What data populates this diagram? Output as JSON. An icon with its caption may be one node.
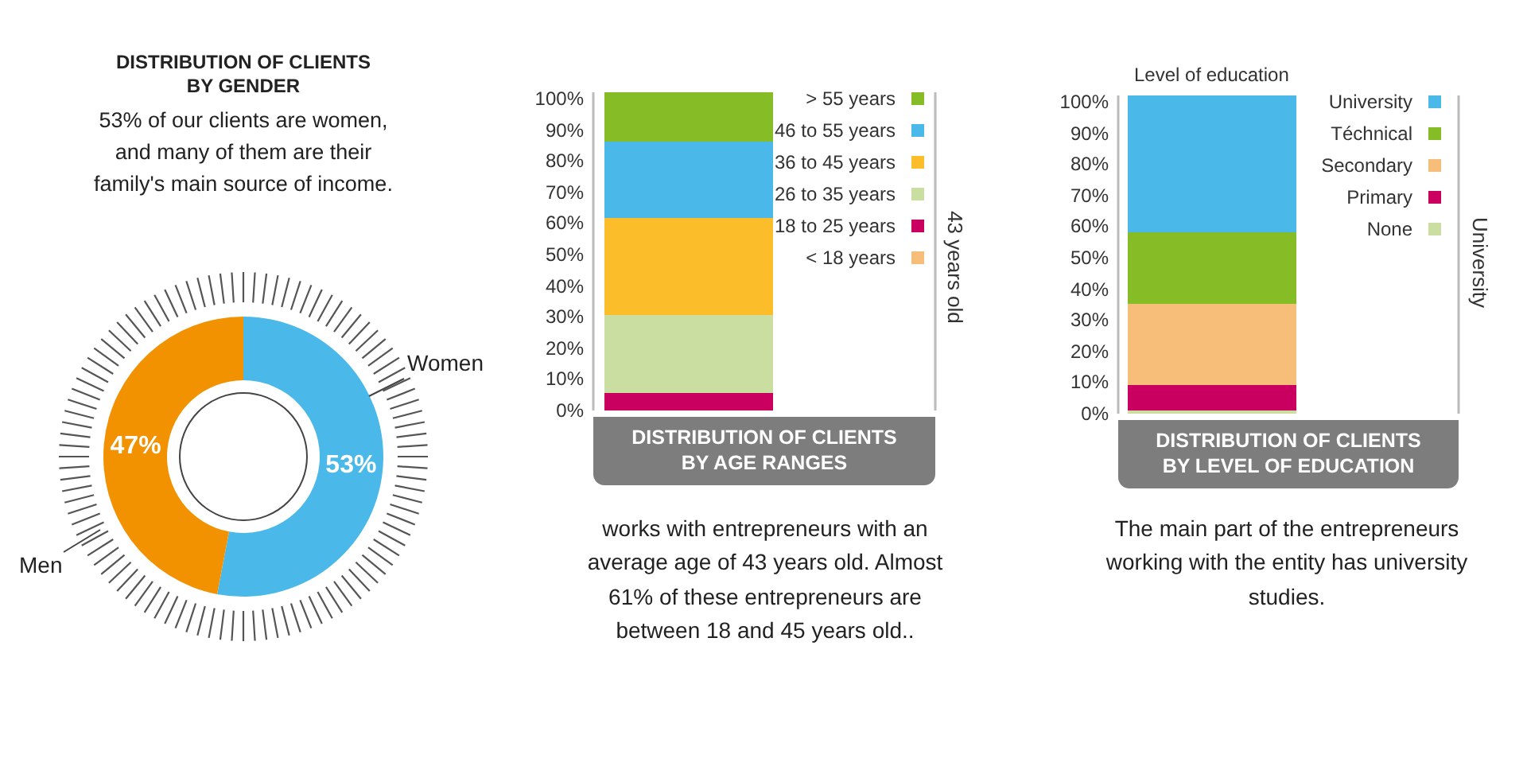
{
  "diagram": {
    "labels": [
      "53% of our clients are women, and many of them are their family's main source of income.",
      "works with entrepreneurs with an average age of 43 years old. Almost 61% of these entrepreneurs are between 18 and 45 years old..",
      "The main part of the entrepreneurs working with the entity has university studies."
    ],
    "chart_data": [
      {
        "type": "donut",
        "title": "DISTRIBUTION OF CLIENTS BY GENDER",
        "categories": [
          "Women",
          "Men"
        ],
        "values": [
          53,
          47
        ],
        "colors": [
          "#4ab8e8",
          "#f29200"
        ],
        "value_labels": [
          "53%",
          "47%"
        ]
      },
      {
        "type": "bar",
        "title": "DISTRIBUTION OF CLIENTS BY AGE RANGES",
        "categories": [
          null
        ],
        "stacked": true,
        "ylim": [
          0,
          100
        ],
        "yticks": [
          {
            "value": 0,
            "label": "0%"
          },
          {
            "value": 10,
            "label": "10%"
          },
          {
            "value": 20,
            "label": "20%"
          },
          {
            "value": 30,
            "label": "30%"
          },
          {
            "value": 40,
            "label": "40%"
          },
          {
            "value": 50,
            "label": "50%"
          },
          {
            "value": 60,
            "label": "60%"
          },
          {
            "value": 70,
            "label": "70%"
          },
          {
            "value": 80,
            "label": "80%"
          },
          {
            "value": 90,
            "label": "90%"
          },
          {
            "value": 100,
            "label": "100%"
          }
        ],
        "series": [
          {
            "name": "> 55 years",
            "color": "#86bc25",
            "values": [
              15.5
            ]
          },
          {
            "name": "46 to 55 years",
            "color": "#4ab8e8",
            "values": [
              24
            ]
          },
          {
            "name": "36 to 45 years",
            "color": "#fbbd2a",
            "values": [
              30.5
            ]
          },
          {
            "name": "26 to 35 years",
            "color": "#c9dea0",
            "values": [
              24.5
            ]
          },
          {
            "name": "18 to 25 years",
            "color": "#c9005f",
            "values": [
              5.5
            ]
          },
          {
            "name": "< 18 years",
            "color": "#f7be7a",
            "values": [
              0
            ]
          }
        ],
        "legend": "right",
        "annotations": [
          "43 years old"
        ]
      },
      {
        "type": "bar",
        "title": "DISTRIBUTION OF CLIENTS BY LEVEL OF EDUCATION",
        "ylabel": "Level of education",
        "categories": [
          null
        ],
        "stacked": true,
        "ylim": [
          0,
          100
        ],
        "yticks": [
          {
            "value": 0,
            "label": "0%"
          },
          {
            "value": 10,
            "label": "10%"
          },
          {
            "value": 20,
            "label": "20%"
          },
          {
            "value": 30,
            "label": "30%"
          },
          {
            "value": 40,
            "label": "40%"
          },
          {
            "value": 50,
            "label": "50%"
          },
          {
            "value": 60,
            "label": "60%"
          },
          {
            "value": 70,
            "label": "70%"
          },
          {
            "value": 80,
            "label": "80%"
          },
          {
            "value": 90,
            "label": "90%"
          },
          {
            "value": 100,
            "label": "100%"
          }
        ],
        "series": [
          {
            "name": "University",
            "color": "#4ab8e8",
            "values": [
              43
            ]
          },
          {
            "name": "Téchnical",
            "color": "#86bc25",
            "values": [
              22.5
            ]
          },
          {
            "name": "Secondary",
            "color": "#f7be7a",
            "values": [
              25.5
            ]
          },
          {
            "name": "Primary",
            "color": "#c9005f",
            "values": [
              8
            ]
          },
          {
            "name": "None",
            "color": "#c9dea0",
            "values": [
              1
            ]
          }
        ],
        "legend": "right",
        "annotations": [
          "University"
        ]
      }
    ]
  }
}
